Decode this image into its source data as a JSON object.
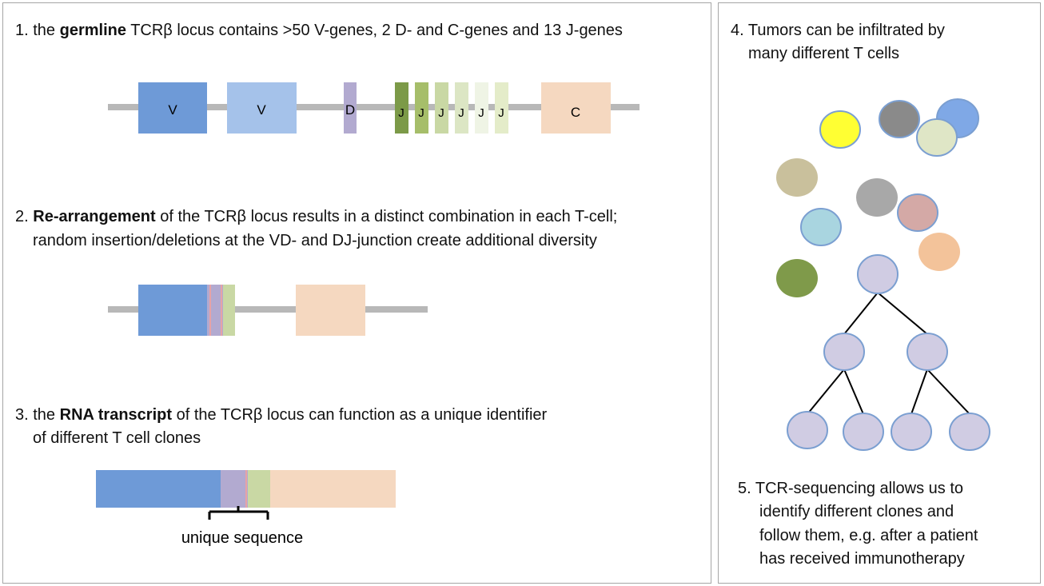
{
  "steps": {
    "s1": {
      "num": "1.",
      "pre": "the",
      "bold": "germline",
      "post": "TCRβ locus contains >50 V-genes, 2 D- and C-genes and 13 J-genes"
    },
    "s2": {
      "num": "2.",
      "bold": "Re-arrangement",
      "post": "of the TCRβ locus results in a distinct combination in each T-cell;",
      "line2": "random insertion/deletions at the VD- and DJ-junction create additional diversity"
    },
    "s3": {
      "num": "3.",
      "pre": "the",
      "bold": "RNA transcript",
      "post": "of the TCRβ locus can function as a unique identifier",
      "line2": "of different T cell clones"
    },
    "s4": {
      "num": "4.",
      "line1": "Tumors can be infiltrated by",
      "line2": "many different T cells"
    },
    "s5": {
      "num": "5.",
      "line1": "TCR-sequencing allows us to",
      "line2": "identify different clones and",
      "line3": "follow them, e.g. after a patient",
      "line4": "has received immunotherapy"
    }
  },
  "gene_labels": {
    "v": "V",
    "d": "D",
    "j": "J",
    "c": "C"
  },
  "unique_sequence_label": "unique sequence",
  "colors": {
    "v1": "#6e9ad7",
    "v2": "#a5c2ea",
    "d": "#b2aad0",
    "c": "#f5d8c0",
    "line": "#b8b8b8",
    "j": [
      "#7c9a48",
      "#a6be6a",
      "#c9d8a4",
      "#dce6c4",
      "#eff4e5",
      "#e4ecc9"
    ],
    "cells": [
      "#ffff33",
      "#8a8a8a",
      "#7fa8e6",
      "#dfe6c6",
      "#c9c09c",
      "#a8a8a8",
      "#d4a9a6",
      "#a9d5e0",
      "#f3c39a",
      "#7f9a4a",
      "#d0cce3"
    ],
    "cell_stroke": "#7b9fd1"
  }
}
